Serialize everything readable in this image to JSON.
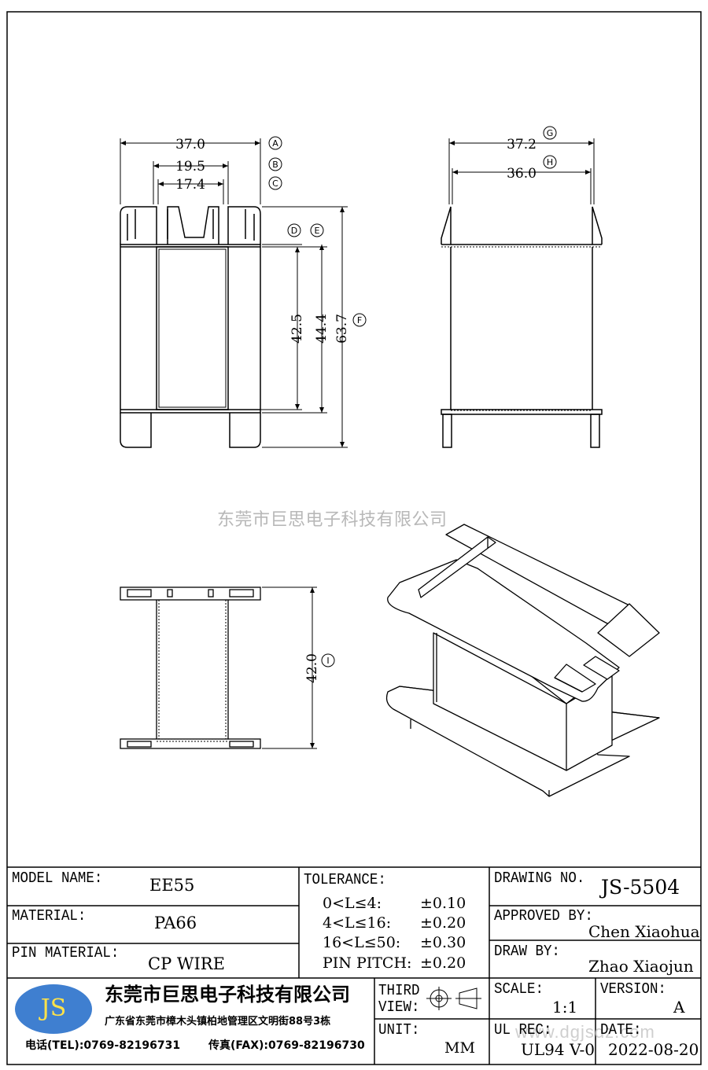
{
  "drawing": {
    "dims": {
      "A": "37.0",
      "B": "19.5",
      "C": "17.4",
      "D": "42.5",
      "E": "44.4",
      "F": "63.7",
      "G": "37.2",
      "H": "36.0",
      "I": "42.0"
    },
    "markers": [
      "A",
      "B",
      "C",
      "D",
      "E",
      "F",
      "G",
      "H",
      "I"
    ]
  },
  "watermark": "东莞市巨思电子科技有限公司",
  "watermark_url": "www.dgjsdz.com",
  "title_block": {
    "model_name_label": "MODEL NAME:",
    "model_name": "EE55",
    "material_label": "MATERIAL:",
    "material": "PA66",
    "pin_material_label": "PIN MATERIAL:",
    "pin_material": "CP WIRE",
    "tolerance_label": "TOLERANCE:",
    "tolerances": [
      {
        "range": "0<L≤4:",
        "value": "±0.10"
      },
      {
        "range": "4<L≤16:",
        "value": "±0.20"
      },
      {
        "range": "16<L≤50:",
        "value": "±0.30"
      },
      {
        "range": "PIN PITCH:",
        "value": "±0.20"
      }
    ],
    "drawing_no_label": "DRAWING NO.",
    "drawing_no": "JS-5504",
    "approved_by_label": "APPROVED BY:",
    "approved_by": "Chen Xiaohua",
    "draw_by_label": "DRAW BY:",
    "draw_by": "Zhao Xiaojun",
    "company_logo": "JS",
    "company_name": "东莞市巨思电子科技有限公司",
    "company_address": "广东省东莞市樟木头镇柏地管理区文明街88号3栋",
    "tel": "电话(TEL):0769-82196731",
    "fax": "传真(FAX):0769-82196730",
    "third_view_label_1": "THIRD",
    "third_view_label_2": "VIEW:",
    "unit_label": "UNIT:",
    "unit": "MM",
    "scale_label": "SCALE:",
    "scale": "1:1",
    "version_label": "VERSION:",
    "version": "A",
    "ul_rec_label": "UL REC:",
    "ul_rec": "UL94 V-0",
    "date_label": "DATE:",
    "date": "2022-08-20"
  }
}
